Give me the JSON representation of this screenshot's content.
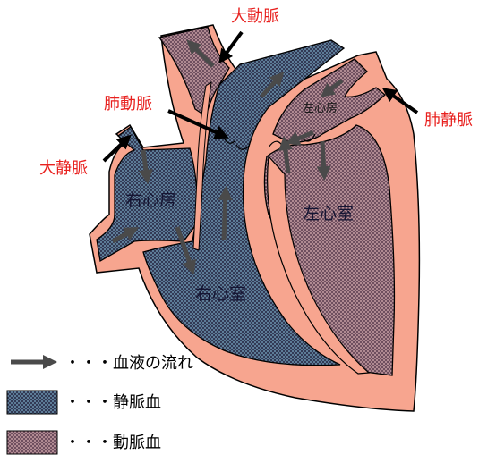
{
  "labels": {
    "aorta": "大動脈",
    "pulmonary_artery": "肺動脈",
    "vena_cava": "大静脈",
    "pulmonary_vein": "肺静脈",
    "right_atrium": "右心房",
    "right_ventricle": "右心室",
    "left_atrium": "左心房",
    "left_ventricle": "左心室"
  },
  "legend": {
    "flow": "・・・血液の流れ",
    "venous": "・・・静脈血",
    "arterial": "・・・動脈血"
  },
  "colors": {
    "tissue": "#f7a58f",
    "outline": "#000000",
    "venous_base": "#5d7c97",
    "venous_check": "#323a55",
    "arterial_base": "#b08a92",
    "arterial_check": "#6f4f5f",
    "label_red": "#e8201e",
    "flow_arrow": "#4a4a4a"
  }
}
